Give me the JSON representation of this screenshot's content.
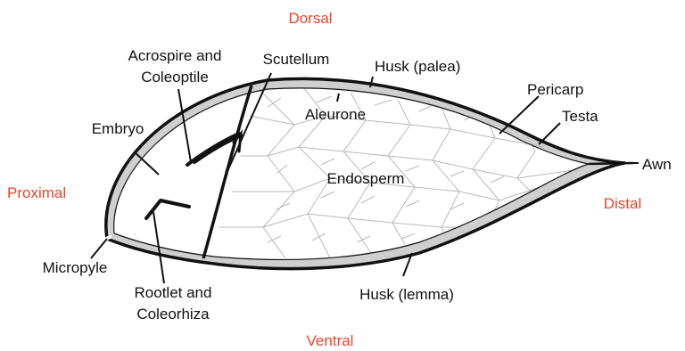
{
  "orientation": {
    "dorsal": "Dorsal",
    "ventral": "Ventral",
    "proximal": "Proximal",
    "distal": "Distal",
    "color": "#e8442b"
  },
  "labels": {
    "acrospire_line1": "Acrospire and",
    "acrospire_line2": "Coleoptile",
    "scutellum": "Scutellum",
    "husk_palea": "Husk (palea)",
    "pericarp": "Pericarp",
    "testa": "Testa",
    "embryo": "Embryo",
    "aleurone": "Aleurone",
    "awn": "Awn",
    "endosperm": "Endosperm",
    "micropyle": "Micropyle",
    "rootlet_line1": "Rootlet and",
    "rootlet_line2": "Coleorhiza",
    "husk_lemma": "Husk (lemma)"
  },
  "colors": {
    "outline": "#111111",
    "husk_layer": "#cfcfcf",
    "endosperm_cells": "#b9b9b9",
    "background": "#ffffff"
  }
}
